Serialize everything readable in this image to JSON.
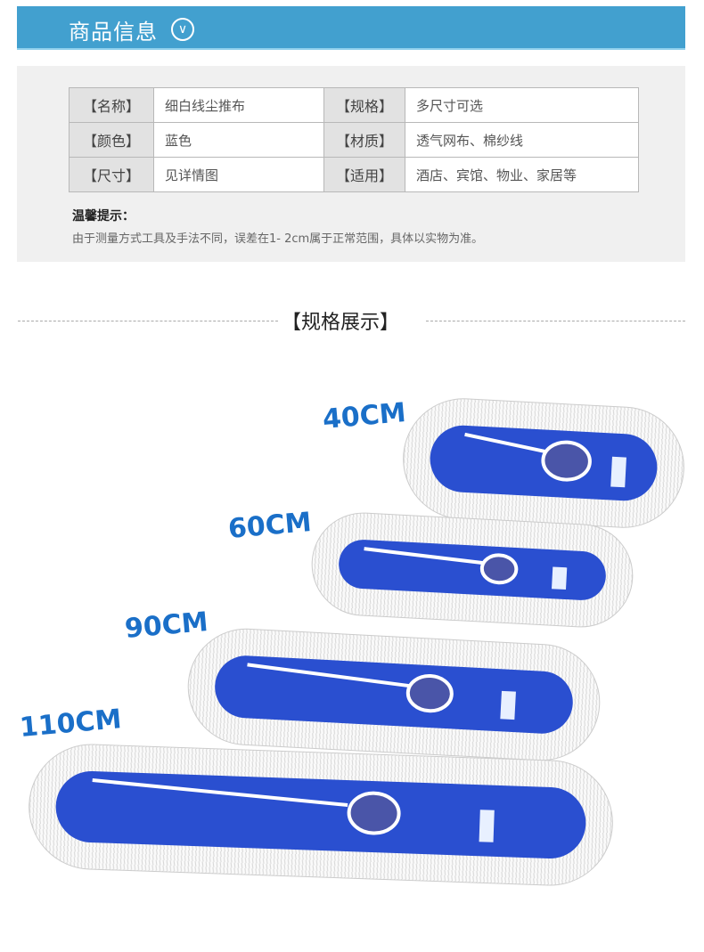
{
  "header": {
    "title": "商品信息",
    "icon": "chevron-down-circle-icon"
  },
  "specs": [
    [
      {
        "label": "【名称】",
        "value": "细白线尘推布"
      },
      {
        "label": "【规格】",
        "value": "多尺寸可选"
      }
    ],
    [
      {
        "label": "【颜色】",
        "value": "蓝色"
      },
      {
        "label": "【材质】",
        "value": "透气网布、棉纱线"
      }
    ],
    [
      {
        "label": "【尺寸】",
        "value": "见详情图"
      },
      {
        "label": "【适用】",
        "value": "酒店、宾馆、物业、家居等"
      }
    ]
  ],
  "tip": {
    "title": "温馨提示：",
    "text": "由于测量方式工具及手法不同，误差在1- 2cm属于正常范围，具体以实物为准。"
  },
  "section": {
    "title": "【规格展示】"
  },
  "sizes": [
    "40CM",
    "60CM",
    "90CM",
    "110CM"
  ],
  "colors": {
    "accent": "#42a0cf",
    "label": "#1a6fc8",
    "mop_blue": "#2a4fd0"
  }
}
